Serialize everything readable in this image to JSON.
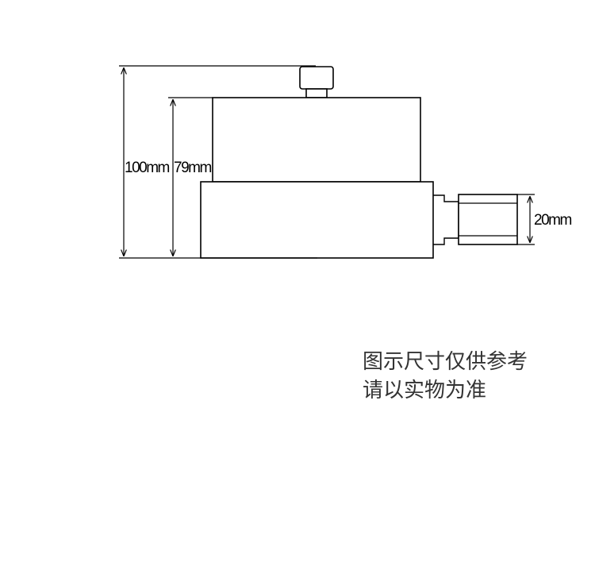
{
  "dimensions": {
    "total_height": "100mm",
    "body_height": "79mm",
    "connector_height": "20mm"
  },
  "note": {
    "line1": "图示尺寸仅供参考",
    "line2": "请以实物为准"
  },
  "colors": {
    "stroke": "#000000",
    "note_text": "#333333"
  }
}
